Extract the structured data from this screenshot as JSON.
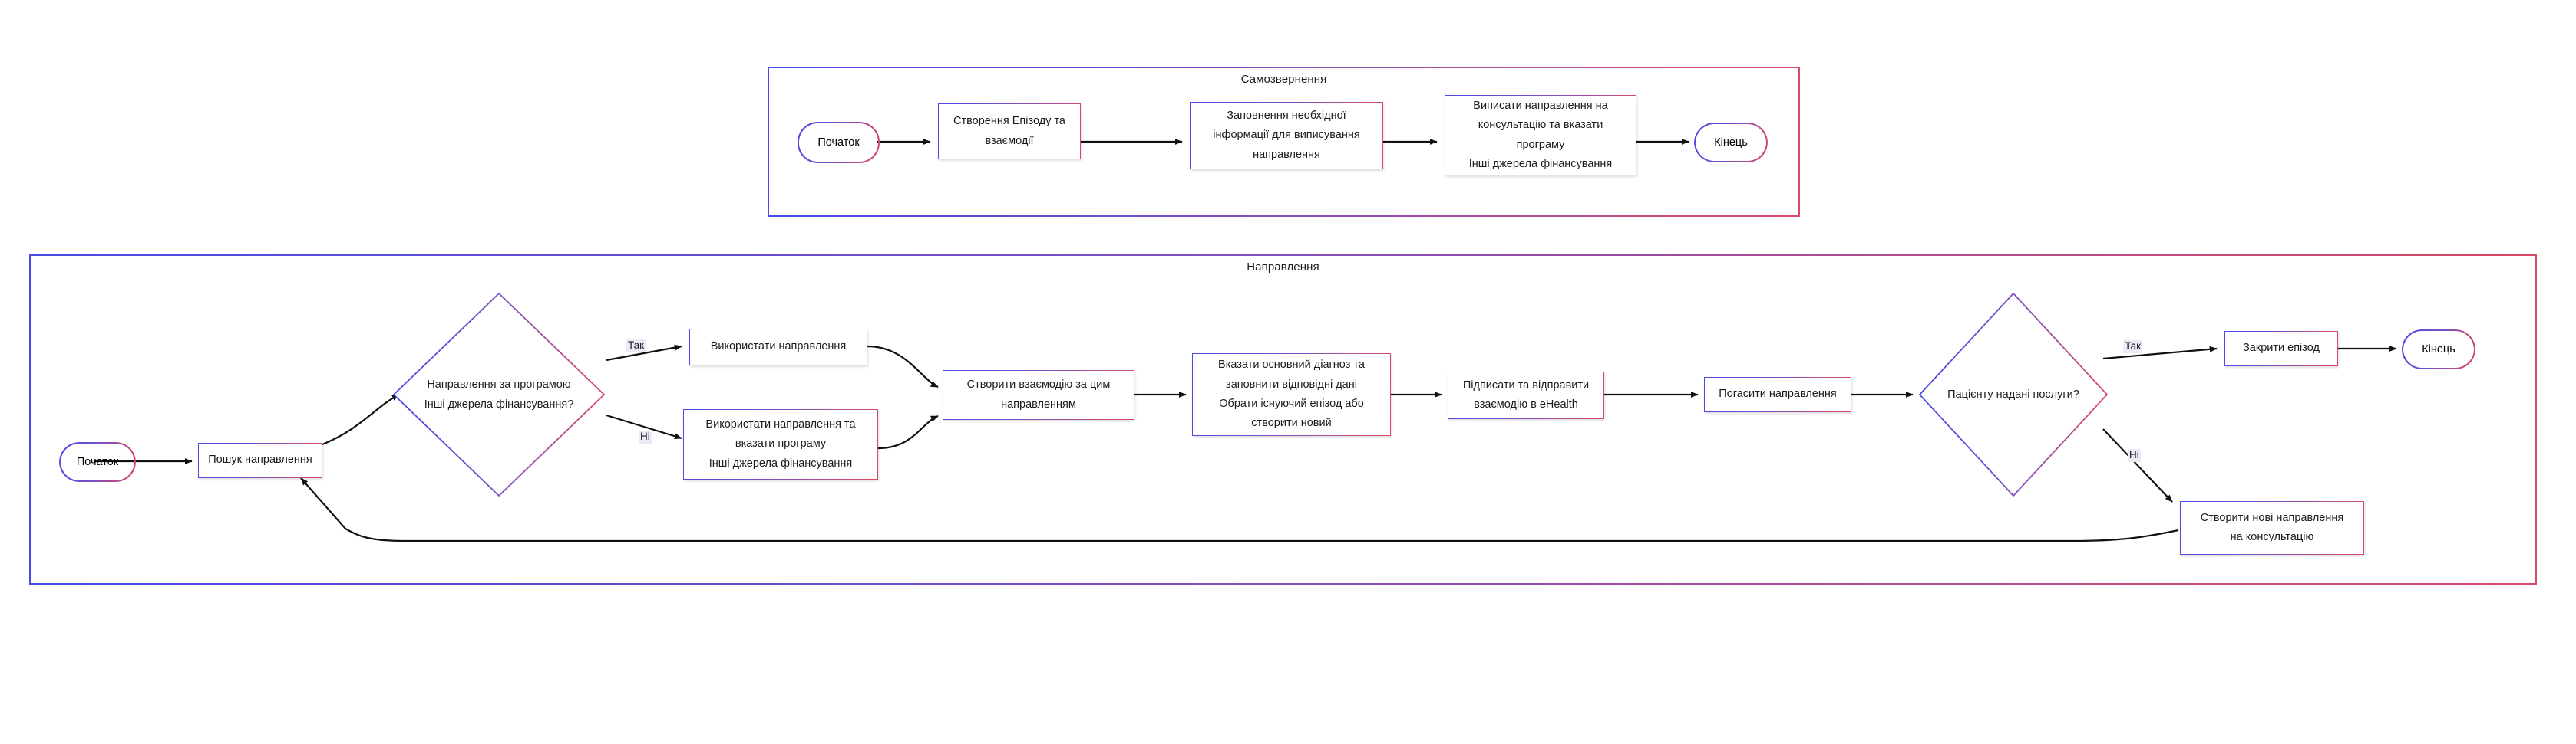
{
  "diagram": {
    "type": "flowchart",
    "language": "uk",
    "lanes": [
      {
        "id": "self-referral",
        "title": "Самозвернення"
      },
      {
        "id": "referral",
        "title": "Направлення"
      }
    ],
    "colors": {
      "border_start": "#4a4ae8",
      "border_mid": "#7b4fc0",
      "border_end": "#d94a66",
      "edge": "#1b1b1b",
      "label_bg": "#eceaf7",
      "node_bg": "#ffffff",
      "text": "#1b1b1b"
    }
  },
  "lane1": {
    "title": "Самозвернення",
    "nodes": {
      "start": "Початок",
      "create_episode": {
        "l1": "Створення Епізоду та",
        "l2": "взаємодії"
      },
      "fill_info": {
        "l1": "Заповнення необхідної",
        "l2": "інформації для виписування",
        "l3": "направлення"
      },
      "write_referral": {
        "l1": "Виписати направлення на",
        "l2": "консультацію та вказати",
        "l3": "програму",
        "l4": "Інші джерела фінансування"
      },
      "end": "Кінець"
    }
  },
  "lane2": {
    "title": "Направлення",
    "nodes": {
      "start": "Початок",
      "search_referral": "Пошук направлення",
      "decision_program": {
        "l1": "Направлення за програмою",
        "l2": "Інші джерела фінансування?"
      },
      "use_referral": "Використати направлення",
      "use_referral_program": {
        "l1": "Використати направлення та",
        "l2": "вказати програму",
        "l3": "Інші джерела фінансування"
      },
      "create_encounter": {
        "l1": "Створити взаємодію за цим",
        "l2": "направленням"
      },
      "specify_diagnosis": {
        "l1": "Вказати основний діагноз та",
        "l2": "заповнити відповідні дані",
        "l3": "Обрати існуючий епізод або",
        "l4": "створити новий"
      },
      "sign_send": {
        "l1": "Підписати та відправити",
        "l2": "взаємодію в eHealth"
      },
      "close_referral": "Погасити направлення",
      "decision_services": "Пацієнту надані послуги?",
      "close_episode": "Закрити епізод",
      "end": "Кінець",
      "create_new_referrals": {
        "l1": "Створити нові направлення",
        "l2": "на консультацію"
      }
    },
    "edge_labels": {
      "program_yes": "Так",
      "program_no": "Ні",
      "services_yes": "Так",
      "services_no": "Ні"
    }
  }
}
